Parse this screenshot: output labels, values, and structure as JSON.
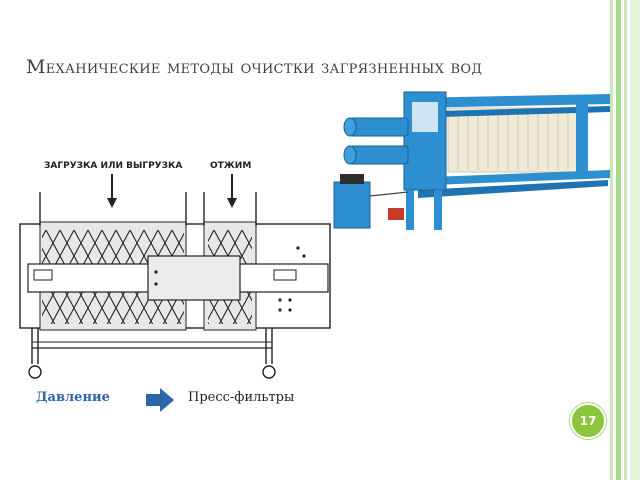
{
  "slide": {
    "title": "Механические методы очистки загрязненных вод",
    "page_number": "17",
    "accent_color": "#8cc63f"
  },
  "diagram": {
    "label_loading": "ЗАГРУЗКА ИЛИ ВЫГРУЗКА",
    "label_pressing": "ОТЖИМ"
  },
  "caption": {
    "left": "Давление",
    "right": "Пресс-фильтры",
    "arrow_icon": "right-arrow-icon",
    "left_color": "#2d66a8",
    "arrow_color": "#2d66a8"
  },
  "photo": {
    "subject": "filter-press-machine",
    "frame_color": "#2e8fd0"
  }
}
